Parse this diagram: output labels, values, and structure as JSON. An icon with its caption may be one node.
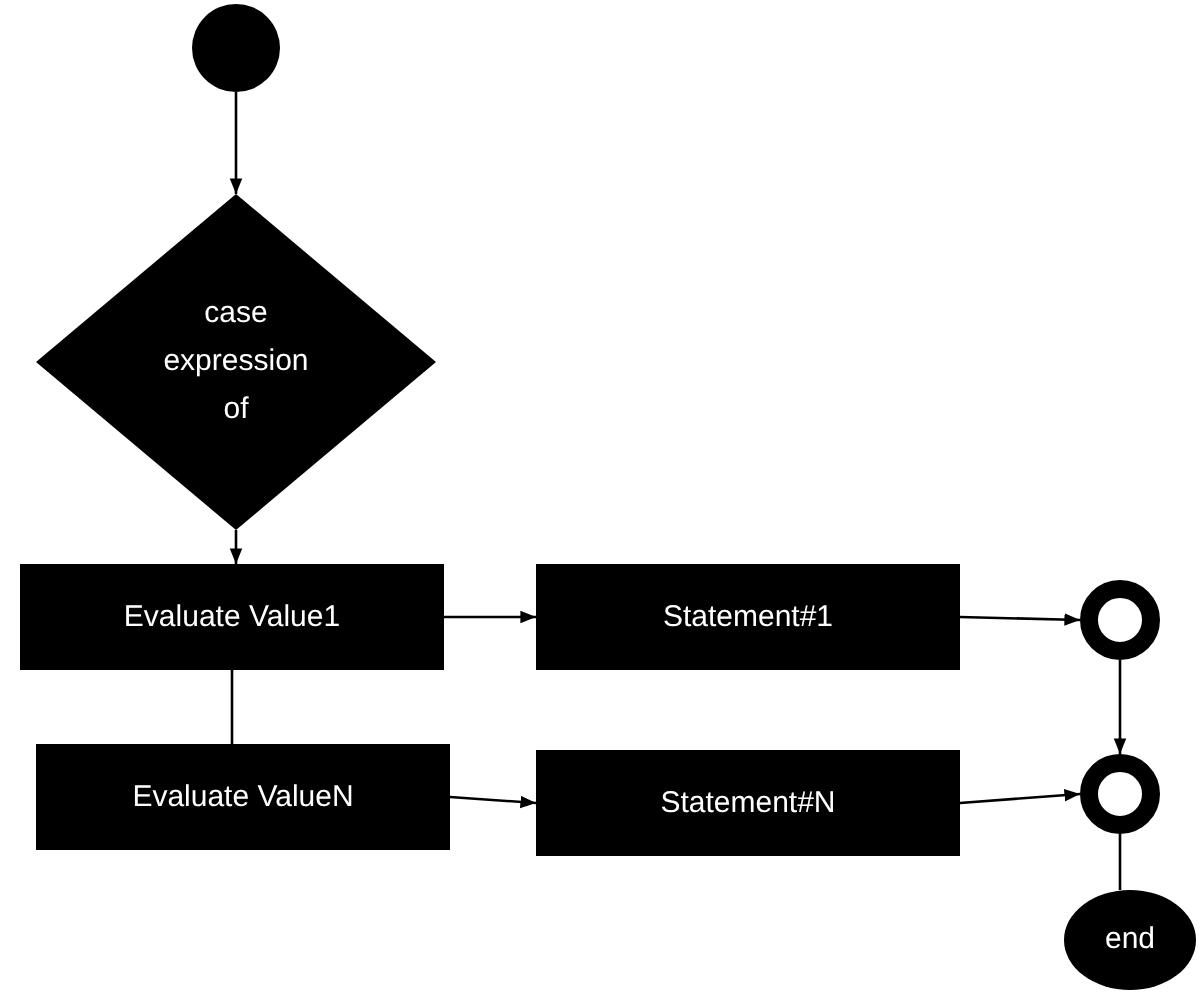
{
  "diagram": {
    "nodes": [
      {
        "text": [],
        "shape": "circle"
      },
      {
        "text": [
          "case expression of"
        ]
      },
      {
        "text": [
          "Evaluate Value1"
        ]
      },
      {
        "text": [
          "Evaluate ValueN"
        ]
      },
      {
        "text": [
          "Statement#1"
        ]
      },
      {
        "text": [
          "Statement#N"
        ]
      },
      {
        "text": [],
        "shape": "ring"
      },
      {
        "text": [],
        "shape": "ring"
      },
      {
        "text": [
          "end"
        ]
      }
    ],
    "edges": [
      {
        "from": 0,
        "to": 1,
        "arrow": "to"
      },
      {
        "from": 1,
        "to": 2,
        "arrow": "to"
      },
      {
        "from": 2,
        "to": 3,
        "arrow": "none"
      },
      {
        "from": 2,
        "to": 4,
        "arrow": "to"
      },
      {
        "from": 3,
        "to": 5,
        "arrow": "to"
      },
      {
        "from": 4,
        "to": 6,
        "arrow": "to"
      },
      {
        "from": 5,
        "to": 7,
        "arrow": "to"
      },
      {
        "from": 6,
        "to": 7,
        "arrow": "to"
      },
      {
        "from": 7,
        "to": 8,
        "arrow": "none"
      }
    ]
  }
}
